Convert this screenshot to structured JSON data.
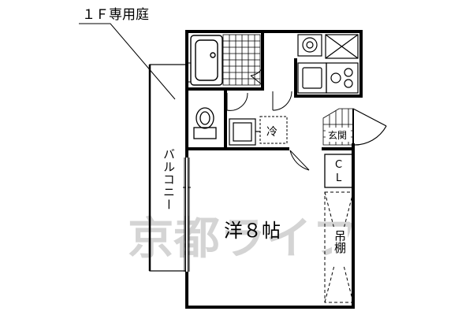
{
  "garden_label": "１Ｆ専用庭",
  "balcony_label": "バルコニー",
  "room_label": "洋８帖",
  "fridge_label": "冷",
  "entrance_label": "玄関",
  "closet_label_top": "C",
  "closet_label_bottom": "L",
  "hanging_shelf_label": "吊棚",
  "watermark_text": "京都ライフ",
  "colors": {
    "line": "#000000",
    "background": "#ffffff",
    "watermark": "#d4d4d4"
  }
}
